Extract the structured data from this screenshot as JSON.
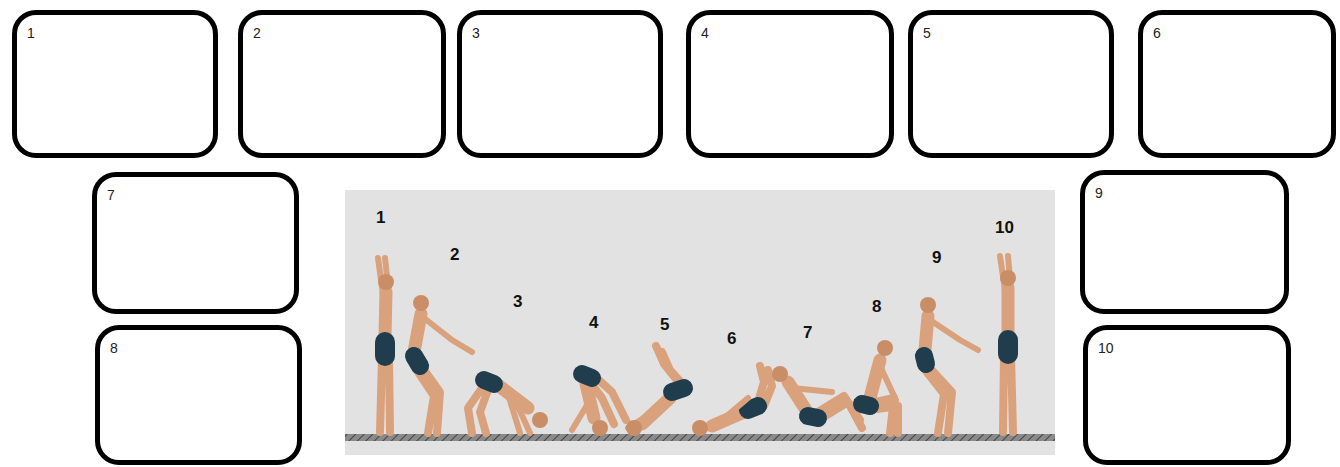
{
  "diagram": {
    "nodes": [
      {
        "text": [
          "1"
        ]
      },
      {
        "text": [
          "2"
        ]
      },
      {
        "text": [
          "3"
        ]
      },
      {
        "text": [
          "4"
        ]
      },
      {
        "text": [
          "5"
        ]
      },
      {
        "text": [
          "6"
        ]
      },
      {
        "text": [
          "7"
        ]
      },
      {
        "text": [
          "8"
        ]
      },
      {
        "text": [
          "9"
        ]
      },
      {
        "text": [
          "10"
        ]
      }
    ],
    "labels": [
      "1",
      "2",
      "3",
      "4",
      "5",
      "6",
      "7",
      "8",
      "9",
      "10"
    ]
  }
}
